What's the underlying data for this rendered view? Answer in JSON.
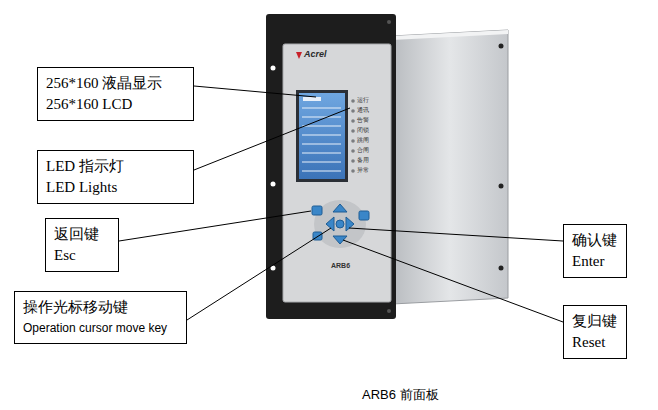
{
  "diagram": {
    "caption": "ARB6 前面板",
    "nodes": [
      {
        "text": [
          "256*160 液晶显示",
          "256*160 LCD"
        ]
      },
      {
        "text": [
          "LED 指示灯",
          "LED Lights"
        ]
      },
      {
        "text": [
          "返回键",
          "Esc"
        ]
      },
      {
        "text": [
          "操作光标移动键",
          "Operation cursor move key"
        ]
      },
      {
        "text": [
          "确认键",
          "Enter"
        ]
      },
      {
        "text": [
          "复归键",
          "Reset"
        ]
      }
    ],
    "labels": [
      "Acrel",
      "运行",
      "通讯",
      "告警",
      "闭锁",
      "跳闸",
      "合闸",
      "备用",
      "异常",
      "ARB6"
    ]
  }
}
